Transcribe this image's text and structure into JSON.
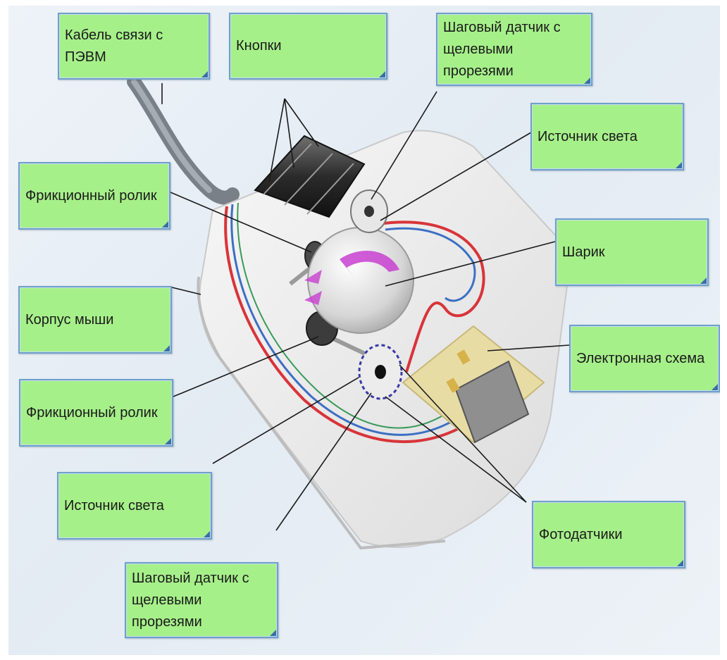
{
  "labels": {
    "cable": "Кабель связи с ПЭВМ",
    "buttons": "Кнопки",
    "step_sensor_top": "Шаговый датчик с\nщелевыми прорезями",
    "light_source_top": "Источник света",
    "friction_roller_top": "Фрикционный ролик",
    "ball": "Шарик",
    "mouse_body": "Корпус мыши",
    "electronic_circuit": "Электронная схема",
    "friction_roller_bottom": "Фрикционный ролик",
    "light_source_bottom": "Источник света",
    "photo_sensors": "Фотодатчики",
    "step_sensor_bottom": "Шаговый датчик с\nщелевыми прорезями"
  },
  "colors": {
    "label_fill": "#a6f08a",
    "label_border": "#6ea0c8",
    "wire_red": "#d8343a",
    "wire_blue": "#3c6fc4",
    "wire_green": "#3a9a5a",
    "arrow_magenta": "#c83fd0"
  }
}
